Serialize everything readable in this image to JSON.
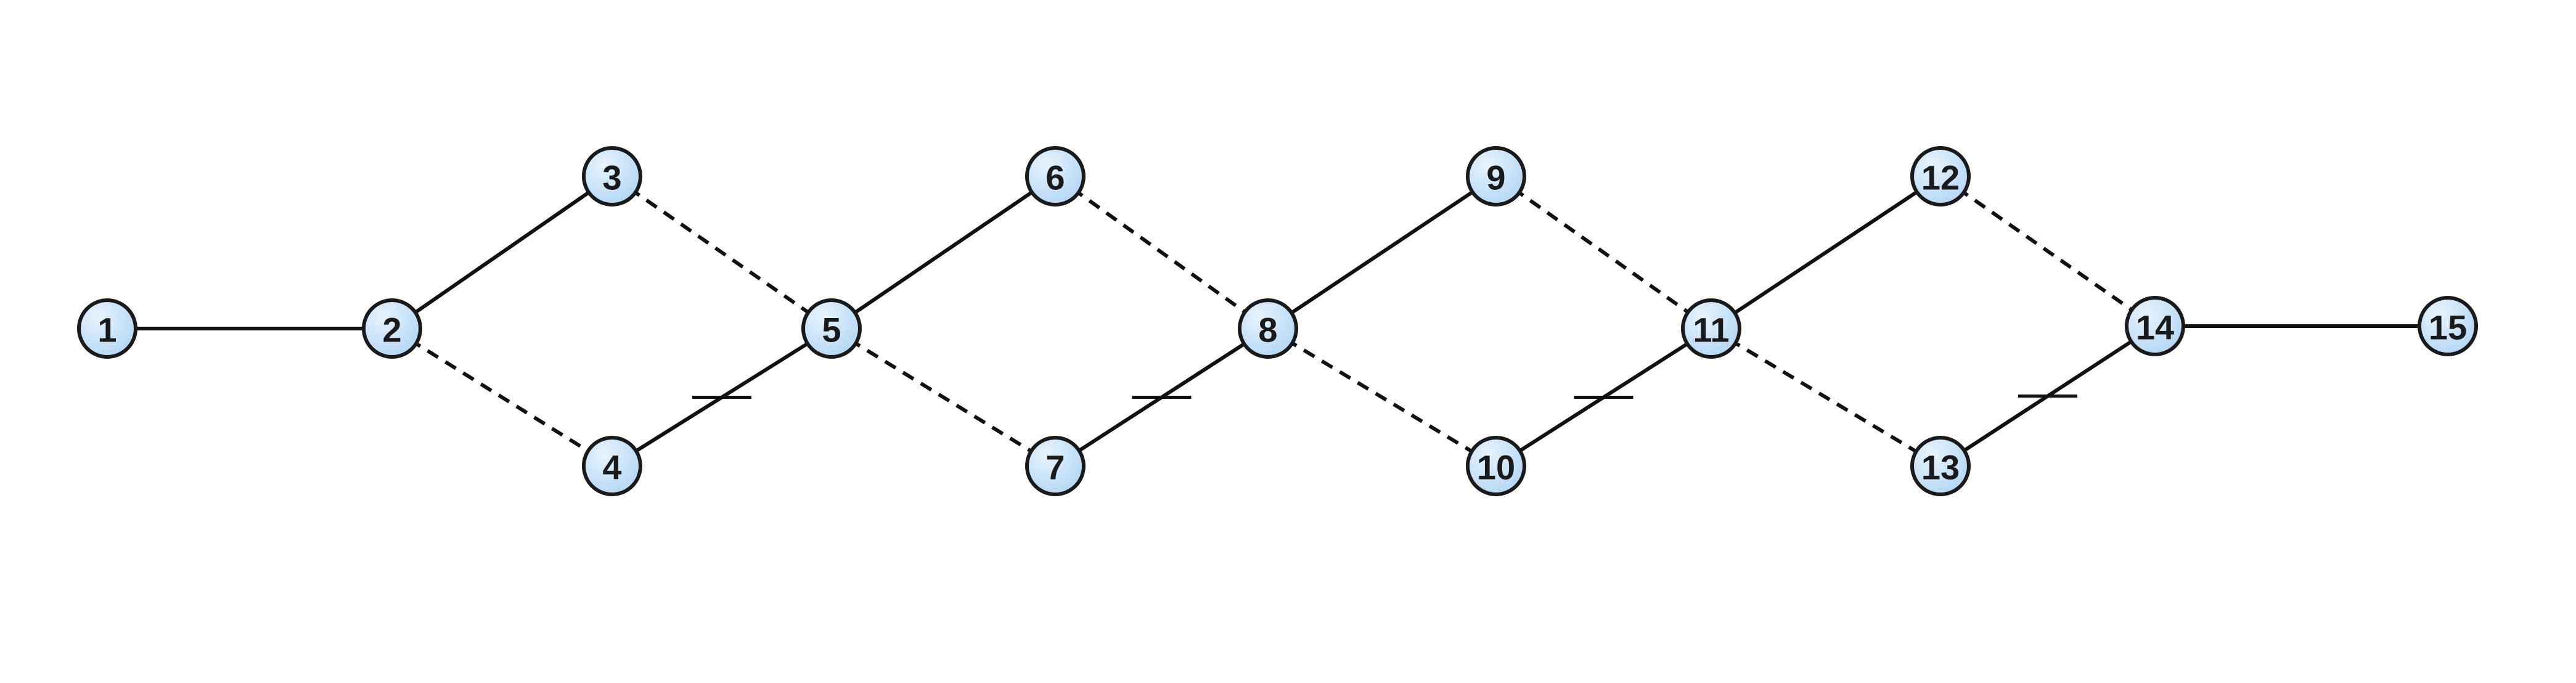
{
  "colors": {
    "node_fill": "#b3d7f5",
    "node_fill_highlight": "#e8f4fd",
    "node_stroke": "#1a1a1a",
    "edge": "#111111",
    "background": "#ffffff"
  },
  "nodes": [
    {
      "id": "1",
      "label": "1"
    },
    {
      "id": "2",
      "label": "2"
    },
    {
      "id": "3",
      "label": "3"
    },
    {
      "id": "4",
      "label": "4"
    },
    {
      "id": "5",
      "label": "5"
    },
    {
      "id": "6",
      "label": "6"
    },
    {
      "id": "7",
      "label": "7"
    },
    {
      "id": "8",
      "label": "8"
    },
    {
      "id": "9",
      "label": "9"
    },
    {
      "id": "10",
      "label": "10"
    },
    {
      "id": "11",
      "label": "11"
    },
    {
      "id": "12",
      "label": "12"
    },
    {
      "id": "13",
      "label": "13"
    },
    {
      "id": "14",
      "label": "14"
    },
    {
      "id": "15",
      "label": "15"
    }
  ],
  "edges": [
    {
      "from": "1",
      "to": "2",
      "style": "solid"
    },
    {
      "from": "2",
      "to": "3",
      "style": "solid"
    },
    {
      "from": "2",
      "to": "4",
      "style": "dashed"
    },
    {
      "from": "3",
      "to": "5",
      "style": "dashed"
    },
    {
      "from": "4",
      "to": "5",
      "style": "solid",
      "tick": true
    },
    {
      "from": "5",
      "to": "6",
      "style": "solid"
    },
    {
      "from": "5",
      "to": "7",
      "style": "dashed"
    },
    {
      "from": "6",
      "to": "8",
      "style": "dashed"
    },
    {
      "from": "7",
      "to": "8",
      "style": "solid",
      "tick": true
    },
    {
      "from": "8",
      "to": "9",
      "style": "solid"
    },
    {
      "from": "8",
      "to": "10",
      "style": "dashed"
    },
    {
      "from": "9",
      "to": "11",
      "style": "dashed"
    },
    {
      "from": "10",
      "to": "11",
      "style": "solid",
      "tick": true
    },
    {
      "from": "11",
      "to": "12",
      "style": "solid"
    },
    {
      "from": "11",
      "to": "13",
      "style": "dashed"
    },
    {
      "from": "12",
      "to": "14",
      "style": "dashed"
    },
    {
      "from": "13",
      "to": "14",
      "style": "solid",
      "tick": true
    },
    {
      "from": "14",
      "to": "15",
      "style": "solid"
    }
  ]
}
